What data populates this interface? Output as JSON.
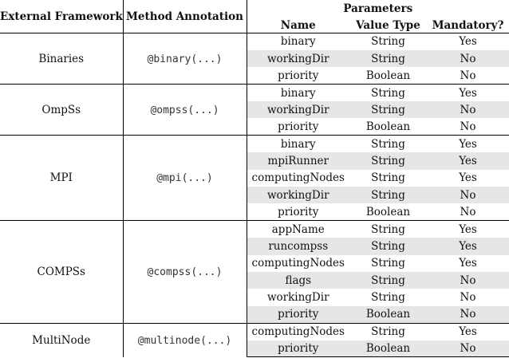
{
  "header": {
    "framework": "External Framework",
    "annotation": "Method Annotation",
    "parameters": "Parameters",
    "name": "Name",
    "value_type": "Value Type",
    "mandatory": "Mandatory?"
  },
  "groups": [
    {
      "framework": "Binaries",
      "annotation": "@binary(...)",
      "rows": [
        {
          "name": "binary",
          "type": "String",
          "mandatory": "Yes"
        },
        {
          "name": "workingDir",
          "type": "String",
          "mandatory": "No"
        },
        {
          "name": "priority",
          "type": "Boolean",
          "mandatory": "No"
        }
      ]
    },
    {
      "framework": "OmpSs",
      "annotation": "@ompss(...)",
      "rows": [
        {
          "name": "binary",
          "type": "String",
          "mandatory": "Yes"
        },
        {
          "name": "workingDir",
          "type": "String",
          "mandatory": "No"
        },
        {
          "name": "priority",
          "type": "Boolean",
          "mandatory": "No"
        }
      ]
    },
    {
      "framework": "MPI",
      "annotation": "@mpi(...)",
      "rows": [
        {
          "name": "binary",
          "type": "String",
          "mandatory": "Yes"
        },
        {
          "name": "mpiRunner",
          "type": "String",
          "mandatory": "Yes"
        },
        {
          "name": "computingNodes",
          "type": "String",
          "mandatory": "Yes"
        },
        {
          "name": "workingDir",
          "type": "String",
          "mandatory": "No"
        },
        {
          "name": "priority",
          "type": "Boolean",
          "mandatory": "No"
        }
      ]
    },
    {
      "framework": "COMPSs",
      "annotation": "@compss(...)",
      "rows": [
        {
          "name": "appName",
          "type": "String",
          "mandatory": "Yes"
        },
        {
          "name": "runcompss",
          "type": "String",
          "mandatory": "Yes"
        },
        {
          "name": "computingNodes",
          "type": "String",
          "mandatory": "Yes"
        },
        {
          "name": "flags",
          "type": "String",
          "mandatory": "No"
        },
        {
          "name": "workingDir",
          "type": "String",
          "mandatory": "No"
        },
        {
          "name": "priority",
          "type": "Boolean",
          "mandatory": "No"
        }
      ]
    },
    {
      "framework": "MultiNode",
      "annotation": "@multinode(...)",
      "rows": [
        {
          "name": "computingNodes",
          "type": "String",
          "mandatory": "Yes"
        },
        {
          "name": "priority",
          "type": "Boolean",
          "mandatory": "No"
        }
      ]
    }
  ]
}
